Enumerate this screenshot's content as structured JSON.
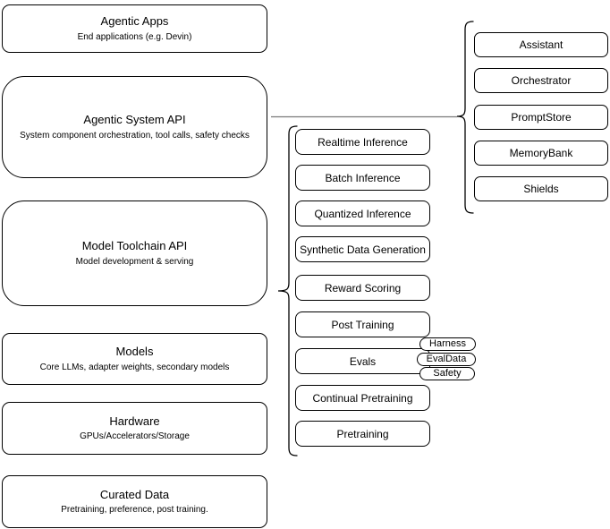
{
  "diagram": {
    "left_column": [
      {
        "title": "Agentic Apps",
        "subtitle": "End applications (e.g. Devin)"
      },
      {
        "title": "Agentic System API",
        "subtitle": "System component orchestration, tool calls, safety checks"
      },
      {
        "title": "Model Toolchain API",
        "subtitle": "Model development & serving"
      },
      {
        "title": "Models",
        "subtitle": "Core LLMs, adapter weights, secondary models"
      },
      {
        "title": "Hardware",
        "subtitle": "GPUs/Accelerators/Storage"
      },
      {
        "title": "Curated Data",
        "subtitle": "Pretraining, preference, post training."
      }
    ],
    "toolchain_components": [
      "Realtime Inference",
      "Batch Inference",
      "Quantized Inference",
      "Synthetic Data Generation",
      "Reward Scoring",
      "Post Training",
      "Evals",
      "Continual Pretraining",
      "Pretraining"
    ],
    "eval_tags": [
      "Harness",
      "EvalData",
      "Safety"
    ],
    "system_components": [
      "Assistant",
      "Orchestrator",
      "PromptStore",
      "MemoryBank",
      "Shields"
    ],
    "colors": {
      "background": "#ffffff",
      "box_fill": "#ffffff",
      "stroke": "#000000",
      "connector_line": "#7a7a7a",
      "text": "#000000"
    }
  }
}
